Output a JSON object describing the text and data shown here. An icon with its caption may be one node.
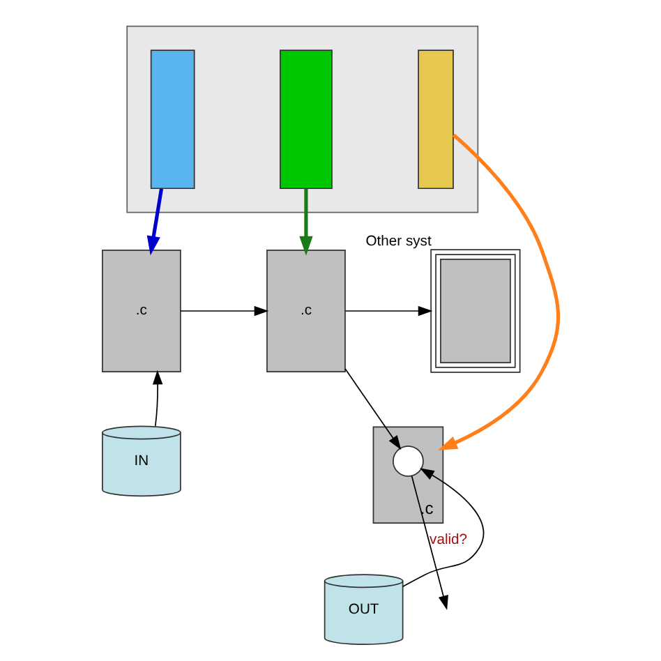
{
  "diagram": {
    "nodes": [
      {
        "text": [],
        "shape": "picture"
      },
      {
        "text": [],
        "shape": "box",
        "in": 0
      },
      {
        "text": [],
        "shape": "box",
        "in": 0
      },
      {
        "text": [],
        "shape": "box",
        "in": 0
      },
      {
        "text": [
          ".c"
        ]
      },
      {
        "text": [
          ".c"
        ]
      },
      {
        "text": [
          ".c"
        ]
      },
      {
        "text": [],
        "shape": "circle",
        "in": 6
      },
      {
        "text": [
          "IN"
        ]
      },
      {
        "text": [
          "OUT"
        ]
      },
      {
        "text": [],
        "shape": "box",
        "beside": [
          "Other syst"
        ]
      }
    ],
    "edges": [
      {
        "from": 1,
        "to": 4,
        "arrow": "to",
        "style": "thick",
        "color": "#0000cc"
      },
      {
        "from": 2,
        "to": 5,
        "arrow": "to",
        "style": "thick",
        "color": "#1a7a1a"
      },
      {
        "from": 3,
        "to": 6,
        "arrow": "to",
        "style": "thick",
        "color": "#ff7f1a"
      },
      {
        "from": 4,
        "to": 5,
        "arrow": "to"
      },
      {
        "from": 5,
        "to": 10,
        "arrow": "to"
      },
      {
        "from": 5,
        "to": 7,
        "arrow": "to"
      },
      {
        "from": 7,
        "to": null,
        "arrow": "to",
        "label": "valid?"
      },
      {
        "from": 8,
        "to": 4,
        "arrow": "to"
      },
      {
        "from": 9,
        "to": 7,
        "arrow": "to"
      }
    ]
  }
}
